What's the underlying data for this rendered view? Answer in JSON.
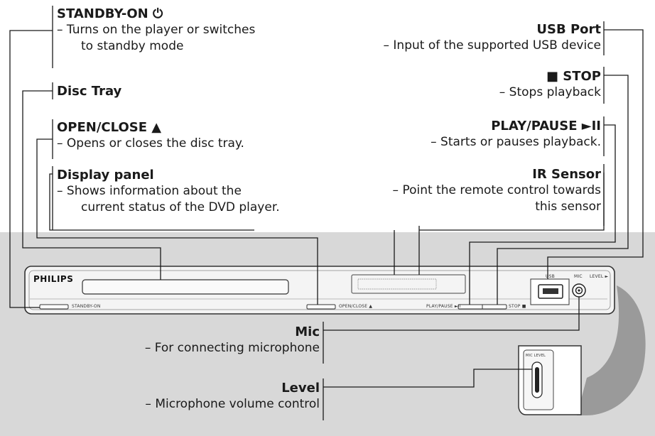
{
  "left_labels": [
    {
      "id": "standby",
      "title": "STANDBY-ON ⏻",
      "desc": "–\tTurns on the player or switches to standby mode",
      "desc_lines": [
        "–  Turns on the player or switches",
        "to standby mode"
      ]
    },
    {
      "id": "disc_tray",
      "title": "Disc Tray"
    },
    {
      "id": "open_close",
      "title": "OPEN/CLOSE ▲",
      "desc_lines": [
        "–  Opens or closes the disc tray."
      ]
    },
    {
      "id": "display_panel",
      "title": "Display panel",
      "desc_lines": [
        "–  Shows information about the",
        "current status of the DVD player."
      ]
    }
  ],
  "right_labels": [
    {
      "id": "usb_port",
      "title": "USB Port",
      "desc_lines": [
        "– Input of the supported USB device"
      ]
    },
    {
      "id": "stop",
      "title": "■ STOP",
      "desc_lines": [
        "– Stops playback"
      ]
    },
    {
      "id": "play_pause",
      "title": "PLAY/PAUSE ►II",
      "desc_lines": [
        "– Starts or pauses playback."
      ]
    },
    {
      "id": "ir_sensor",
      "title": "IR Sensor",
      "desc_lines": [
        "– Point the remote control towards",
        "this sensor"
      ]
    }
  ],
  "bottom_labels": [
    {
      "id": "mic",
      "title": "Mic",
      "desc_lines": [
        "– For connecting microphone"
      ]
    },
    {
      "id": "level",
      "title": "Level",
      "desc_lines": [
        "– Microphone volume control"
      ]
    }
  ],
  "device": {
    "brand": "PHILIPS",
    "standby_text": "STANDBY-ON",
    "open_close_text": "OPEN/CLOSE ▲",
    "play_pause_text": "PLAY/PAUSE ►II",
    "stop_text": "STOP ■",
    "usb_text": "USB",
    "mic_text": "MIC",
    "level_text": "LEVEL ►",
    "mic_level_text": "MIC LEVEL"
  },
  "colors": {
    "background_band": "#d8d8d8",
    "device_body": "#f2f2f2",
    "line": "#1a1a1a"
  }
}
